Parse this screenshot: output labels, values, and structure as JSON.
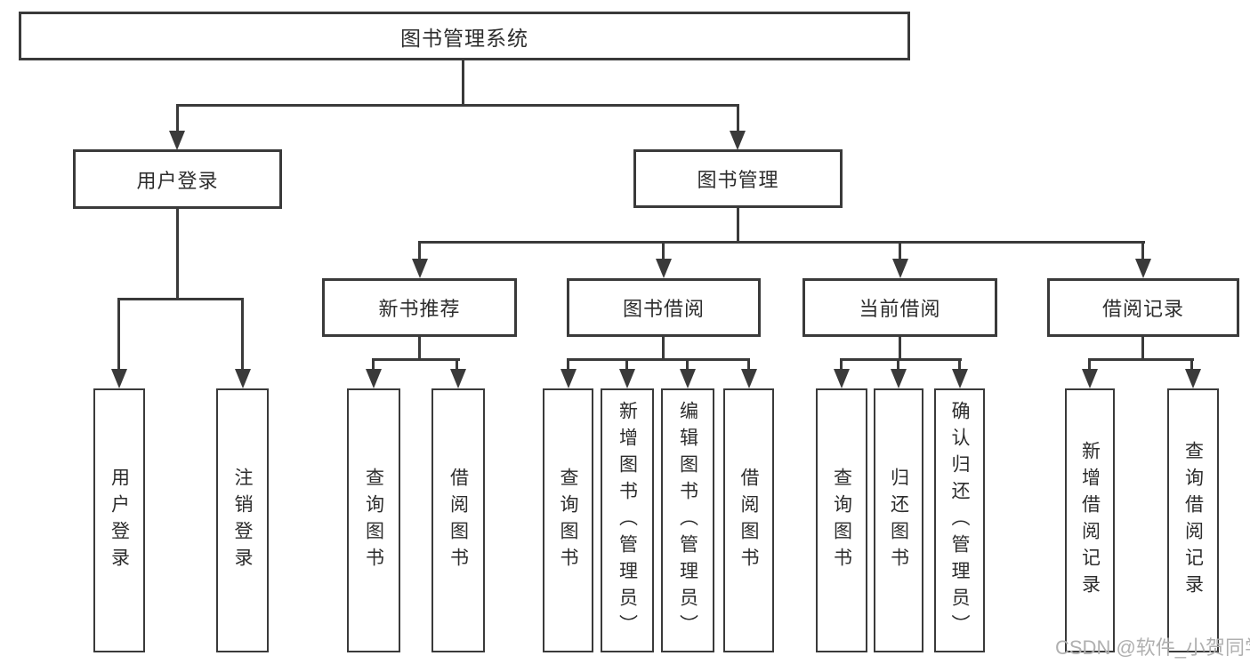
{
  "diagram": {
    "root_label": "图书管理系统",
    "branches": [
      {
        "label": "用户登录",
        "leaves": [
          "用户登录",
          "注销登录"
        ]
      },
      {
        "label": "图书管理",
        "sections": [
          {
            "label": "新书推荐",
            "leaves": [
              "查询图书",
              "借阅图书"
            ]
          },
          {
            "label": "图书借阅",
            "leaves": [
              "查询图书",
              "新增图书（管理员）",
              "编辑图书（管理员）",
              "借阅图书"
            ]
          },
          {
            "label": "当前借阅",
            "leaves": [
              "查询图书",
              "归还图书",
              "确认归还（管理员）"
            ]
          },
          {
            "label": "借阅记录",
            "leaves": [
              "新增借阅记录",
              "查询借阅记录"
            ]
          }
        ]
      }
    ]
  },
  "watermark": {
    "text": "CSDN @软件_小贺同学",
    "color": "#b0b0b0"
  },
  "colors": {
    "line": "#3a3a3a",
    "text": "#2d2d2d",
    "background": "#ffffff"
  }
}
